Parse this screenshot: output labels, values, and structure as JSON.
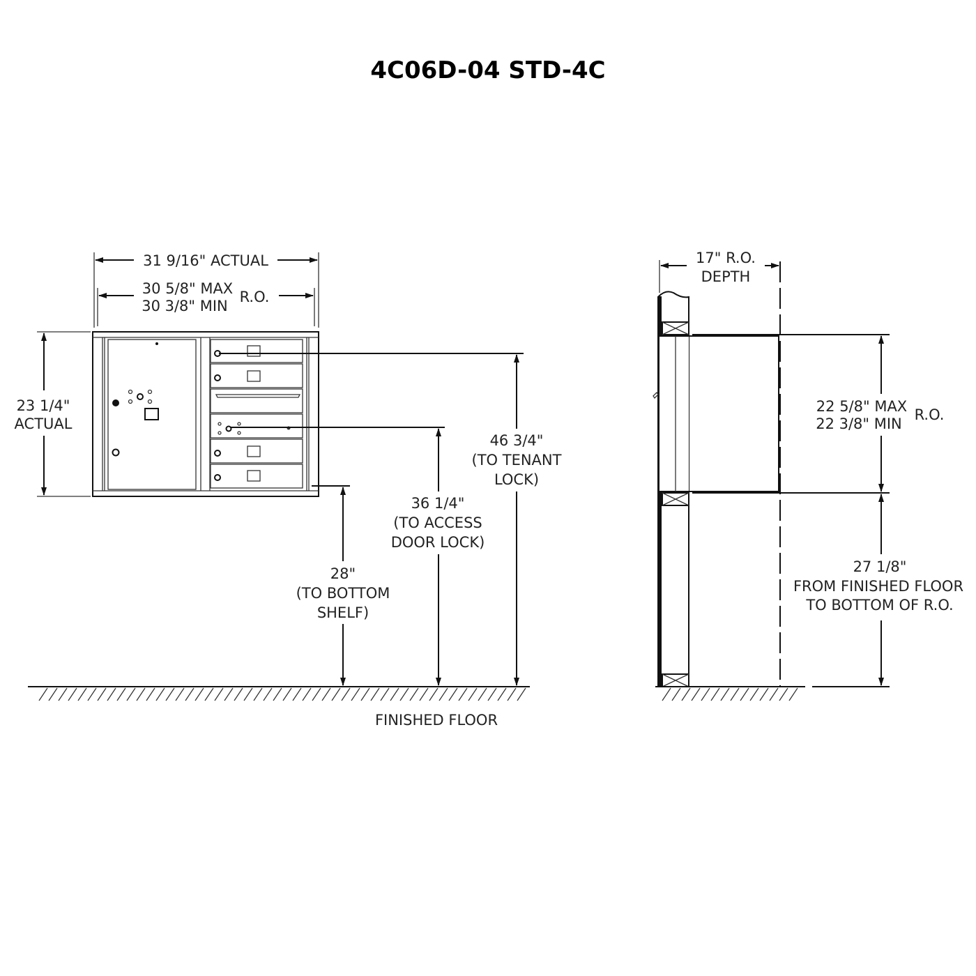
{
  "title": "4C06D-04 STD-4C",
  "front": {
    "width_actual": "31 9/16\" ACTUAL",
    "ro_max": "30 5/8\" MAX",
    "ro_min": "30 3/8\" MIN",
    "ro_label": "R.O.",
    "height_line1": "23 1/4\"",
    "height_line2": "ACTUAL",
    "tenant_lock": [
      "46 3/4\"",
      "(TO TENANT",
      "LOCK)"
    ],
    "access_lock": [
      "36 1/4\"",
      "(TO ACCESS",
      "DOOR LOCK)"
    ],
    "bottom_shelf": [
      "28\"",
      "(TO BOTTOM",
      "SHELF)"
    ],
    "floor_label": "FINISHED FLOOR"
  },
  "side": {
    "depth_line1": "17\" R.O.",
    "depth_line2": "DEPTH",
    "ro_max": "22 5/8\" MAX",
    "ro_min": "22 3/8\" MIN",
    "ro_label": "R.O.",
    "floor_dim": [
      "27 1/8\"",
      "FROM FINISHED FLOOR",
      "TO BOTTOM OF R.O."
    ]
  }
}
